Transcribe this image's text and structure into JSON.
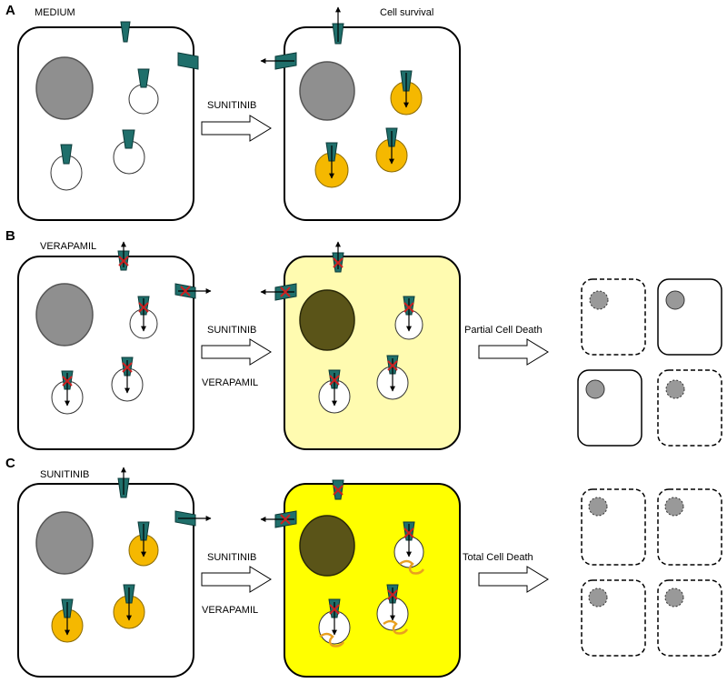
{
  "panels": [
    {
      "letter": "A",
      "treatment": "MEDIUM",
      "result_label": "Cell survival",
      "arrow1_labels": [
        "SUNITINIB"
      ],
      "arrow2_label": ""
    },
    {
      "letter": "B",
      "treatment": "VERAPAMIL",
      "result_label": "",
      "arrow1_labels": [
        "SUNITINIB",
        "VERAPAMIL"
      ],
      "arrow2_label": "Partial Cell Death"
    },
    {
      "letter": "C",
      "treatment": "SUNITINIB",
      "result_label": "",
      "arrow1_labels": [
        "SUNITINIB",
        "VERAPAMIL"
      ],
      "arrow2_label": "Total Cell Death"
    }
  ],
  "colors": {
    "transporter": "#1f6f6b",
    "nucleus": "#9a9a9a",
    "nucleus_dark": "#5a5418",
    "vesicle_filled": "#f5b800",
    "cytoplasm_light": "#fffbb0",
    "cytoplasm_bright": "#ffff00",
    "block_x": "#cc2020",
    "orange_curl": "#e8a020"
  }
}
